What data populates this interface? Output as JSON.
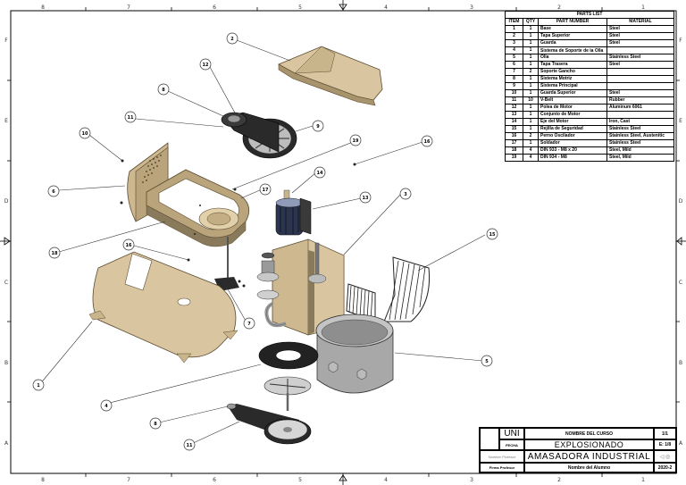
{
  "drawing": {
    "type": "exploded assembly drawing",
    "zones_top": [
      "8",
      "7",
      "6",
      "5",
      "4",
      "3",
      "2",
      "1"
    ],
    "zones_side": [
      "F",
      "E",
      "D",
      "C",
      "B",
      "A"
    ]
  },
  "parts_list": {
    "title": "PARTS LIST",
    "headers": [
      "ITEM",
      "QTY",
      "PART NUMBER",
      "MATERIAL"
    ],
    "rows": [
      {
        "item": "1",
        "qty": "1",
        "part": "Base",
        "material": "Steel"
      },
      {
        "item": "2",
        "qty": "1",
        "part": "Tapa Superior",
        "material": "Steel"
      },
      {
        "item": "3",
        "qty": "1",
        "part": "Guarda",
        "material": "Steel"
      },
      {
        "item": "4",
        "qty": "1",
        "part": "Sistema de Soporte de la Olla",
        "material": ""
      },
      {
        "item": "5",
        "qty": "1",
        "part": "Olla",
        "material": "Stainless Steel"
      },
      {
        "item": "6",
        "qty": "1",
        "part": "Tapa Trasera",
        "material": "Steel"
      },
      {
        "item": "7",
        "qty": "2",
        "part": "Soporte Gancho",
        "material": ""
      },
      {
        "item": "8",
        "qty": "1",
        "part": "Sistema Motriz",
        "material": ""
      },
      {
        "item": "9",
        "qty": "1",
        "part": "Sistema Principal",
        "material": ""
      },
      {
        "item": "10",
        "qty": "1",
        "part": "Guarda Superior",
        "material": "Steel"
      },
      {
        "item": "11",
        "qty": "10",
        "part": "V-Belt",
        "material": "Rubber"
      },
      {
        "item": "12",
        "qty": "1",
        "part": "Polea de Motor",
        "material": "Aluminum 6061"
      },
      {
        "item": "13",
        "qty": "1",
        "part": "Conjunto de Motor",
        "material": ""
      },
      {
        "item": "14",
        "qty": "1",
        "part": "Eje del Motor",
        "material": "Iron, Cast"
      },
      {
        "item": "15",
        "qty": "1",
        "part": "Rejilla de Seguridad",
        "material": "Stainless Steel"
      },
      {
        "item": "16",
        "qty": "2",
        "part": "Perno Oscilador",
        "material": "Stainless Steel, Austenitic"
      },
      {
        "item": "17",
        "qty": "1",
        "part": "Soldador",
        "material": "Stainless Steel"
      },
      {
        "item": "18",
        "qty": "4",
        "part": "DIN 933 - M8 x 20",
        "material": "Steel, Mild"
      },
      {
        "item": "19",
        "qty": "4",
        "part": "DIN 934 - M8",
        "material": "Steel, Mild"
      }
    ]
  },
  "title_block": {
    "institution": "UNI",
    "course_label": "NOMBRE DEL CURSO",
    "sheet": "1/1",
    "date_label": "FECHA",
    "drawing_type": "EXPLOSIONADO",
    "scale": "E: 1/8",
    "professor_label": "Nombre Profesor",
    "drawing_title": "AMASADORA INDUSTRIAL",
    "signature_label": "Firma Profesor",
    "student_label": "Nombre del Alumno",
    "code": "2020-2"
  },
  "balloons": [
    {
      "num": "1"
    },
    {
      "num": "2"
    },
    {
      "num": "3"
    },
    {
      "num": "4"
    },
    {
      "num": "5"
    },
    {
      "num": "6"
    },
    {
      "num": "7"
    },
    {
      "num": "8"
    },
    {
      "num": "9"
    },
    {
      "num": "10"
    },
    {
      "num": "11"
    },
    {
      "num": "12"
    },
    {
      "num": "13"
    },
    {
      "num": "14"
    },
    {
      "num": "15"
    },
    {
      "num": "16"
    },
    {
      "num": "17"
    },
    {
      "num": "18"
    },
    {
      "num": "19"
    },
    {
      "num": "8"
    },
    {
      "num": "11"
    },
    {
      "num": "16"
    }
  ],
  "colors": {
    "tan": "#d8c5a0",
    "tan_dark": "#8a7a5c",
    "steel": "#9a9a9a",
    "motor_blue": "#2c3550",
    "rubber": "#2a2a2a"
  }
}
